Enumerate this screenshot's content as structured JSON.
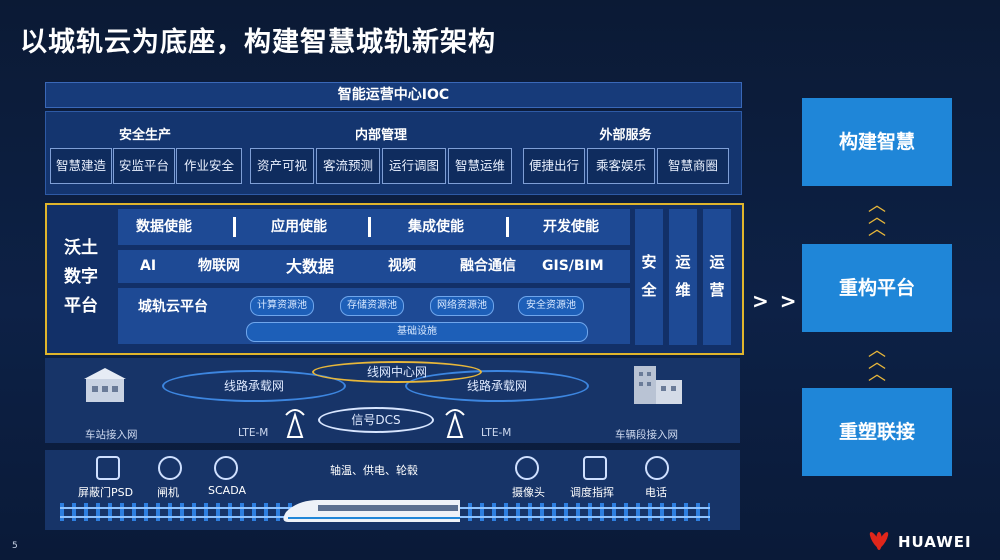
{
  "title": "以城轨云为底座，构建智慧城轨新架构",
  "ioc": "智能运营中心IOC",
  "groups": [
    {
      "title": "安全生产",
      "items": [
        "智慧建造",
        "安监平台",
        "作业安全"
      ]
    },
    {
      "title": "内部管理",
      "items": [
        "资产可视",
        "客流预测",
        "运行调图",
        "智慧运维"
      ]
    },
    {
      "title": "外部服务",
      "items": [
        "便捷出行",
        "乘客娱乐",
        "智慧商圈"
      ]
    }
  ],
  "platform_label": [
    "沃土",
    "数字",
    "平台"
  ],
  "enable": [
    "数据使能",
    "应用使能",
    "集成使能",
    "开发使能"
  ],
  "tech": [
    "AI",
    "物联网",
    "大数据",
    "视频",
    "融合通信",
    "GIS/BIM"
  ],
  "cloud": {
    "label": "城轨云平台",
    "pools": [
      "计算资源池",
      "存储资源池",
      "网络资源池",
      "安全资源池"
    ],
    "infra": "基础设施"
  },
  "vertical": [
    [
      "安",
      "全"
    ],
    [
      "运",
      "维"
    ],
    [
      "运",
      "营"
    ]
  ],
  "network": {
    "center": "线网中心网",
    "left_ring": "线路承载网",
    "right_ring": "线路承载网",
    "dcs": "信号DCS",
    "lte_left": "LTE-M",
    "lte_right": "LTE-M",
    "station": "车站接入网",
    "vehicle": "车辆段接入网"
  },
  "devices_left": [
    "屏蔽门PSD",
    "闸机",
    "SCADA"
  ],
  "devices_mid": "轴温、供电、轮毂",
  "devices_right": [
    "摄像头",
    "调度指挥",
    "电话"
  ],
  "arrow": "> >",
  "right": [
    "构建智慧",
    "重构平台",
    "重塑联接"
  ],
  "page_no": "5",
  "brand": "HUAWEI",
  "colors": {
    "accent_gold": "#e0b52c",
    "box_blue": "#1f86d8"
  }
}
